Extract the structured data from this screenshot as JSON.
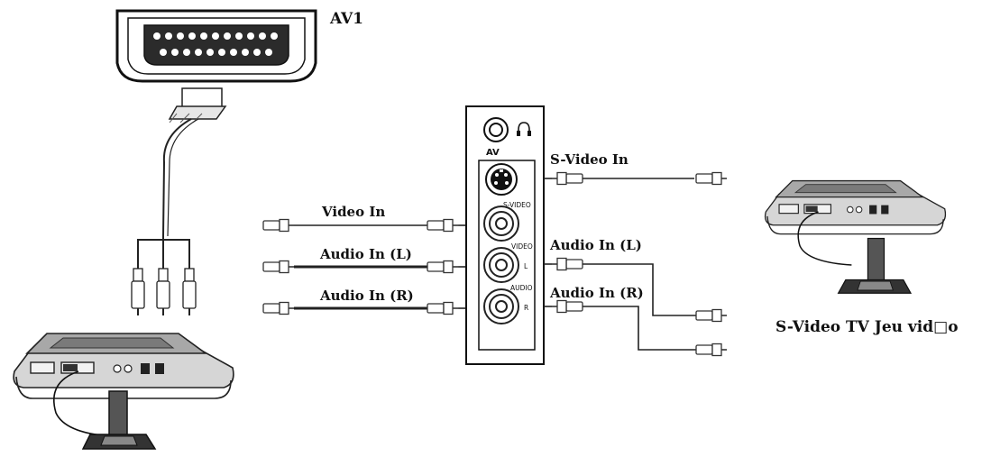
{
  "labels": {
    "av1": "AV1",
    "s_video_in": "S-Video In",
    "video_in": "Video In",
    "audio_in_l_left": "Audio In (L)",
    "audio_in_r_left": "Audio In (R)",
    "audio_in_l_right": "Audio In (L)",
    "audio_in_r_right": "Audio In (R)",
    "device_caption": "S-Video TV Jeu vid□o"
  },
  "panel": {
    "av": "AV",
    "s_video": "S-VIDEO",
    "video": "VIDEO",
    "l": "L",
    "audio": "AUDIO",
    "r": "R"
  }
}
